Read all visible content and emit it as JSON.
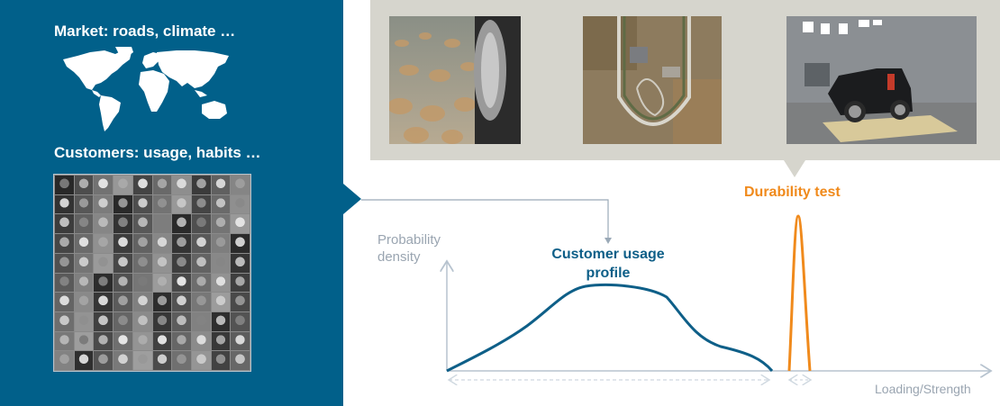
{
  "left_panel": {
    "market_heading": "Market: roads, climate …",
    "customers_heading": "Customers: usage, habits …",
    "world_map_icon": "world-map-icon",
    "customer_photos": {
      "rows": 10,
      "cols": 10
    }
  },
  "photos": [
    {
      "name": "road-cobblestone-photo",
      "description": "tire on cobblestones"
    },
    {
      "name": "test-track-aerial-photo",
      "description": "aerial view of test track"
    },
    {
      "name": "car-test-rig-photo",
      "description": "car on durability test rig"
    }
  ],
  "chart_data": {
    "type": "line",
    "title": "",
    "xlabel": "Loading/Strength",
    "ylabel": "Probability density",
    "grid": false,
    "series": [
      {
        "name": "Customer usage profile",
        "color": "#0e5f88",
        "shape": "broad asymmetric distribution with shoulder on right tail",
        "x": [
          0,
          0.1,
          0.2,
          0.3,
          0.4,
          0.5,
          0.6,
          0.7,
          0.8,
          0.9,
          1.0
        ],
        "y": [
          0,
          0.2,
          0.42,
          0.68,
          0.92,
          0.98,
          0.95,
          0.86,
          0.5,
          0.3,
          0
        ]
      },
      {
        "name": "Durability test",
        "color": "#f08a1c",
        "shape": "narrow tall peak to the right of the customer profile",
        "x": [
          1.06,
          1.1,
          1.14
        ],
        "y": [
          0,
          1.75,
          0
        ]
      }
    ],
    "annotations": [
      "Dashed double-arrow spans customer usage range",
      "Short dashed double-arrow spans durability test range"
    ]
  },
  "colors": {
    "panel_blue": "#01608a",
    "strip_gray": "#d6d5cd",
    "axis_gray": "#b7c3cf",
    "curve_blue": "#0e5f88",
    "test_orange": "#f08a1c"
  }
}
